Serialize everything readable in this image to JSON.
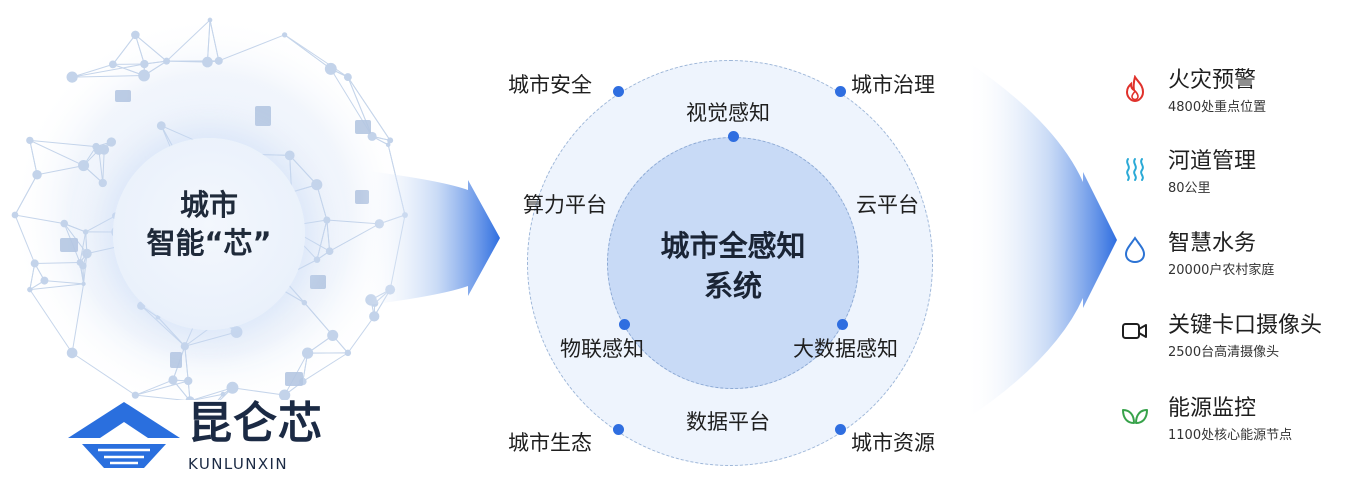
{
  "chip": {
    "line1": "城市",
    "line2": "智能“芯”"
  },
  "logo": {
    "name_cn": "昆仑芯",
    "name_en": "KUNLUNXIN"
  },
  "center": {
    "line1": "城市全感知",
    "line2": "系统"
  },
  "inner_labels": {
    "top": "视觉感知",
    "left": "算力平台",
    "right": "云平台",
    "bottom_left": "物联感知",
    "bottom_right": "大数据感知",
    "bottom": "数据平台"
  },
  "outer_labels": {
    "top_left": "城市安全",
    "top_right": "城市治理",
    "bottom_left": "城市生态",
    "bottom_right": "城市资源"
  },
  "outcomes": [
    {
      "title": "火灾预警",
      "sub": "4800处重点位置",
      "icon": "flame-icon",
      "color": "#e0312b"
    },
    {
      "title": "河道管理",
      "sub": "80公里",
      "icon": "water-wave-icon",
      "color": "#29a9d6"
    },
    {
      "title": "智慧水务",
      "sub": "20000户农村家庭",
      "icon": "water-drop-icon",
      "color": "#2c73d4"
    },
    {
      "title": "关键卡口摄像头",
      "sub": "2500台高清摄像头",
      "icon": "camera-icon",
      "color": "#1f1f1f"
    },
    {
      "title": "能源监控",
      "sub": "1100处核心能源节点",
      "icon": "leaf-icon",
      "color": "#37a24a"
    }
  ],
  "colors": {
    "accent": "#2f6ee0",
    "arrow": "#3a7be8"
  }
}
